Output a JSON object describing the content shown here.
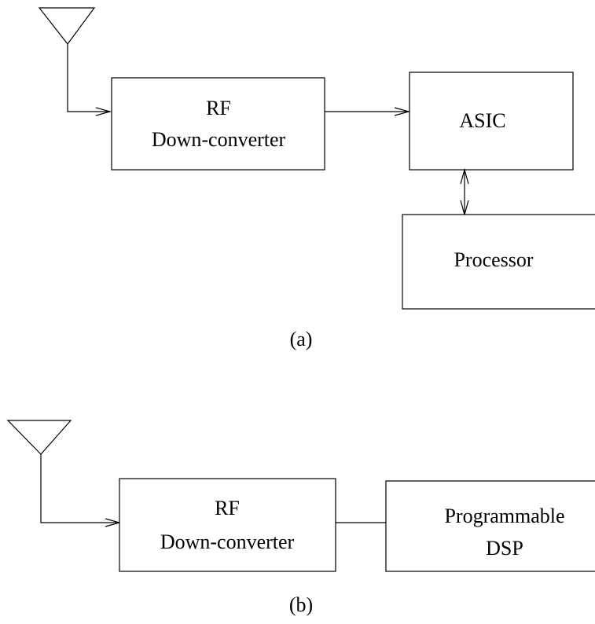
{
  "diagram_a": {
    "rf_box": {
      "line1": "RF",
      "line2": "Down-converter"
    },
    "asic_box": {
      "label": "ASIC"
    },
    "processor_box": {
      "label": "Processor"
    },
    "caption": "(a)"
  },
  "diagram_b": {
    "rf_box": {
      "line1": "RF",
      "line2": "Down-converter"
    },
    "dsp_box": {
      "line1": "Programmable",
      "line2": "DSP"
    },
    "caption": "(b)"
  },
  "colors": {
    "stroke": "#000000",
    "background": "#ffffff"
  }
}
